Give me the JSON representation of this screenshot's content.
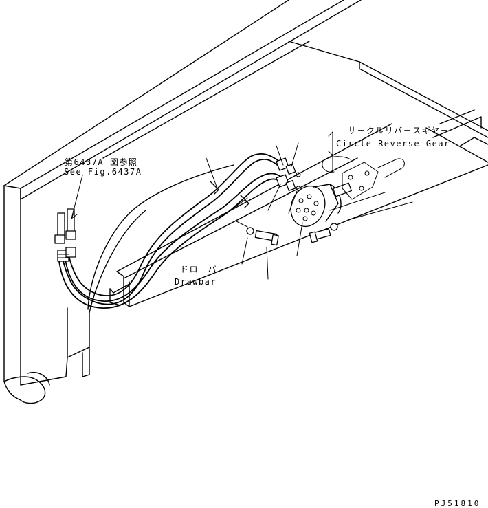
{
  "callouts": {
    "reference_jp": "第6437A 図参照",
    "reference_en": "See Fig.6437A",
    "circle_reverse_gear_jp": "サ－クルリバ－スギヤ－",
    "circle_reverse_gear_en": "Circle Reverse Gear",
    "drawbar_jp": "ドロ－バ",
    "drawbar_en": "Drawbar"
  },
  "drawing_code": "PJ51810"
}
